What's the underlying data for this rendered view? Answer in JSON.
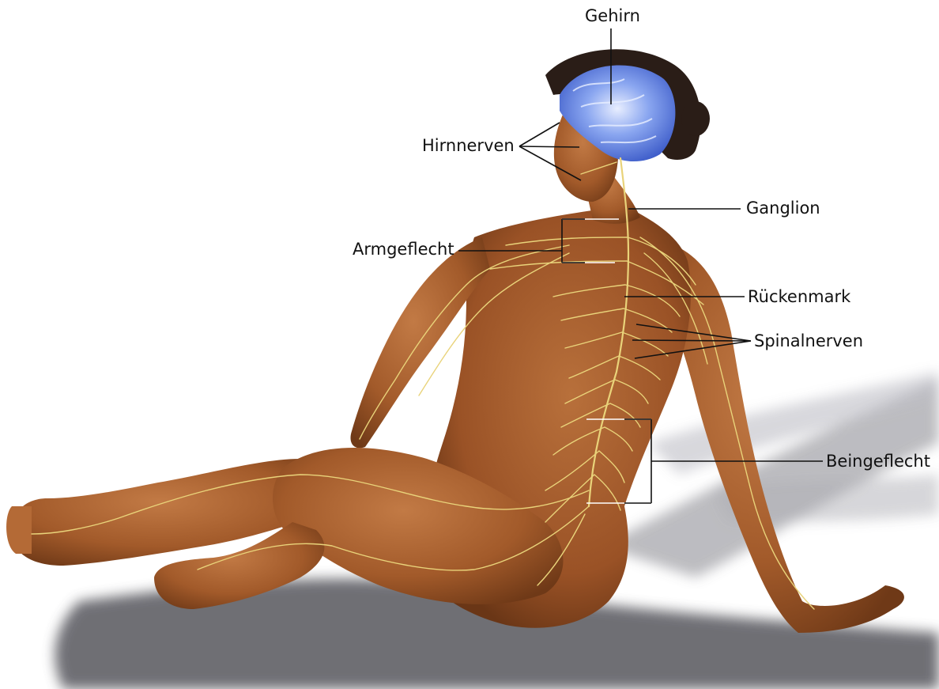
{
  "labels": {
    "brain": "Gehirn",
    "cranial_nerves": "Hirnnerven",
    "ganglion": "Ganglion",
    "brachial_plexus": "Armgeflecht",
    "spinal_cord": "Rückenmark",
    "spinal_nerves": "Spinalnerven",
    "lumbosacral_plexus": "Beingeflecht"
  },
  "colors": {
    "skin": "#a8602f",
    "skin_shadow": "#6e3a18",
    "nerve": "#e9d37a",
    "brain": "#6f8fe6",
    "hair": "#2a1d17",
    "ground_shadow": "#8a8a8e",
    "leader_line": "#111111"
  }
}
